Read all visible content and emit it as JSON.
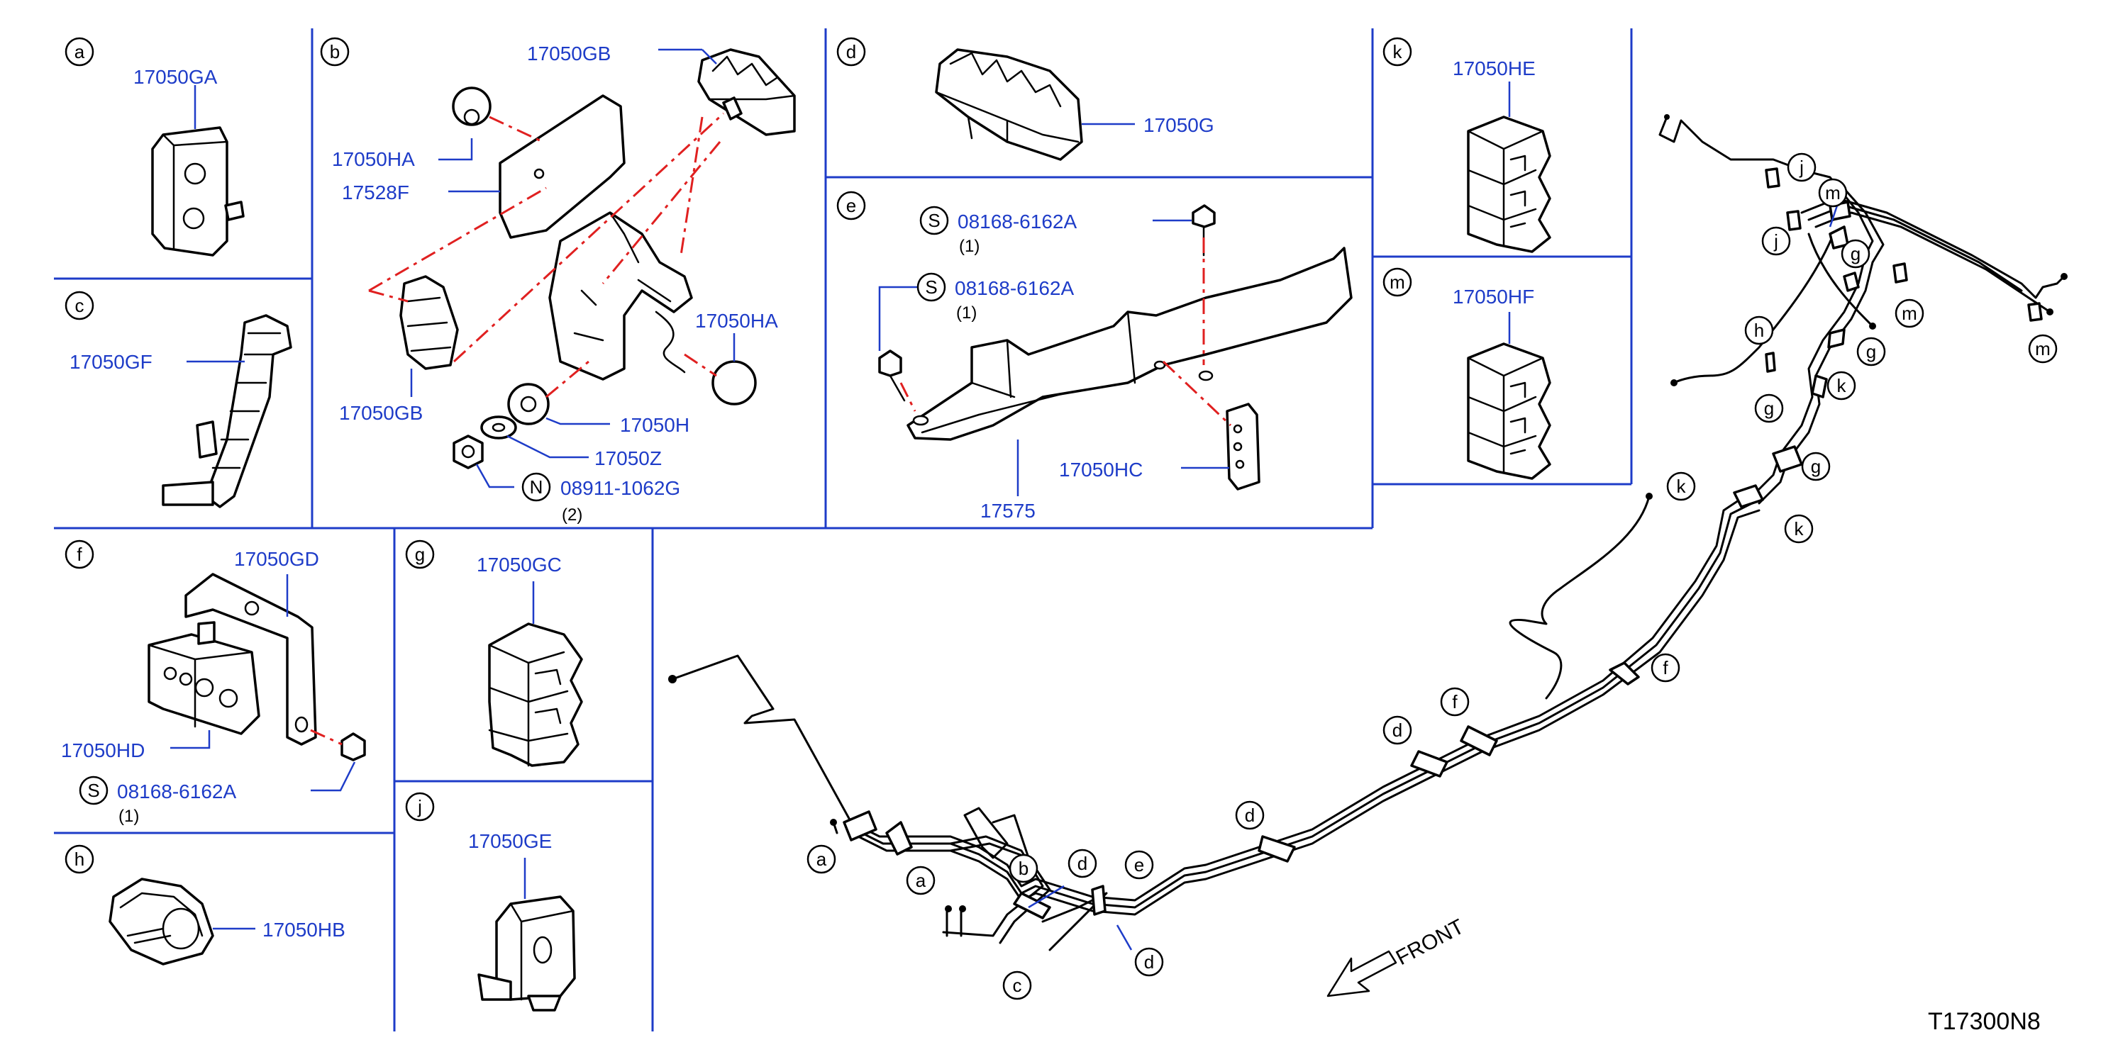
{
  "diagram_code": "T17300N8",
  "front_label": "FRONT",
  "sections": [
    {
      "letter": "a",
      "parts": [
        "17050GA"
      ]
    },
    {
      "letter": "b",
      "parts": [
        "17050GB",
        "17050HA",
        "17528F",
        "17050HA",
        "17050GB",
        "17050H",
        "17050Z",
        "08911-1062G"
      ]
    },
    {
      "letter": "c",
      "parts": [
        "17050GF"
      ]
    },
    {
      "letter": "d",
      "parts": [
        "17050G"
      ]
    },
    {
      "letter": "e",
      "parts": [
        "08168-6162A",
        "08168-6162A",
        "17050HC",
        "17575"
      ]
    },
    {
      "letter": "f",
      "parts": [
        "17050GD",
        "17050HD",
        "08168-6162A"
      ]
    },
    {
      "letter": "g",
      "parts": [
        "17050GC"
      ]
    },
    {
      "letter": "h",
      "parts": [
        "17050HB"
      ]
    },
    {
      "letter": "j",
      "parts": [
        "17050GE"
      ]
    },
    {
      "letter": "k",
      "parts": [
        "17050HE"
      ]
    },
    {
      "letter": "m",
      "parts": [
        "17050HF"
      ]
    }
  ],
  "symbols": {
    "s": "S",
    "n": "N"
  },
  "quantities": {
    "q1": "(1)",
    "q2": "(2)"
  },
  "overview_callouts": [
    "a",
    "a",
    "b",
    "c",
    "d",
    "d",
    "d",
    "d",
    "e",
    "f",
    "f",
    "g",
    "g",
    "g",
    "g",
    "h",
    "j",
    "j",
    "k",
    "k",
    "k",
    "m",
    "m",
    "m"
  ],
  "colors": {
    "label_blue": "#1e3cc8",
    "grid_blue": "#1e3cc8",
    "dash_red": "#e02020",
    "line_black": "#000000"
  }
}
